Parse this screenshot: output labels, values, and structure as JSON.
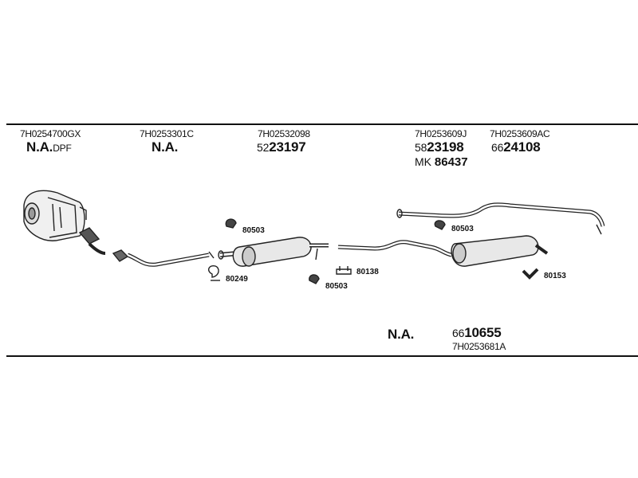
{
  "parts": [
    {
      "part_no": "7H0254700GX",
      "label": "N.A.",
      "suffix": "DPF"
    },
    {
      "part_no": "7H0253301C",
      "label": "N.A."
    },
    {
      "part_no": "7H02532098",
      "prefix": "52",
      "code": "23197"
    },
    {
      "part_no": "7H0253609J",
      "prefix": "58",
      "code": "23198",
      "mk_label": "MK",
      "mk_code": "86437"
    },
    {
      "part_no": "7H0253609AC",
      "prefix": "66",
      "code": "24108"
    }
  ],
  "clamps": [
    "80503",
    "80249",
    "80503",
    "80138",
    "80503",
    "80153"
  ],
  "bottom": {
    "na_label": "N.A.",
    "prefix": "66",
    "code": "10655",
    "part_no": "7H0253681A"
  }
}
